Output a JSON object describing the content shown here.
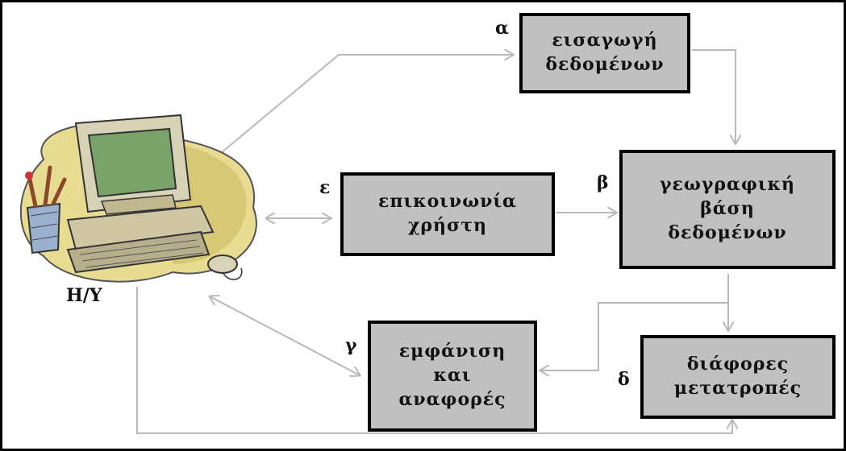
{
  "computer_label": "Η/Υ",
  "boxes": {
    "data_input": {
      "letter": "α",
      "lines": [
        "εισαγωγή",
        "δεδομένων"
      ]
    },
    "geo_db": {
      "letter": "β",
      "lines": [
        "γεωγραφική",
        "βάση",
        "δεδομένων"
      ]
    },
    "display": {
      "letter": "γ",
      "lines": [
        "εμφάνιση",
        "και",
        "αναφορές"
      ]
    },
    "transforms": {
      "letter": "δ",
      "lines": [
        "διάφορες",
        "μετατροπές"
      ]
    },
    "user_comm": {
      "letter": "ε",
      "lines": [
        "επικοινωνία",
        "χρήστη"
      ]
    }
  },
  "colors": {
    "box_fill": "#c0c0c0",
    "arrow": "#b9b9b9",
    "border": "#000000"
  },
  "icons": [
    "computer-clipart-icon"
  ]
}
